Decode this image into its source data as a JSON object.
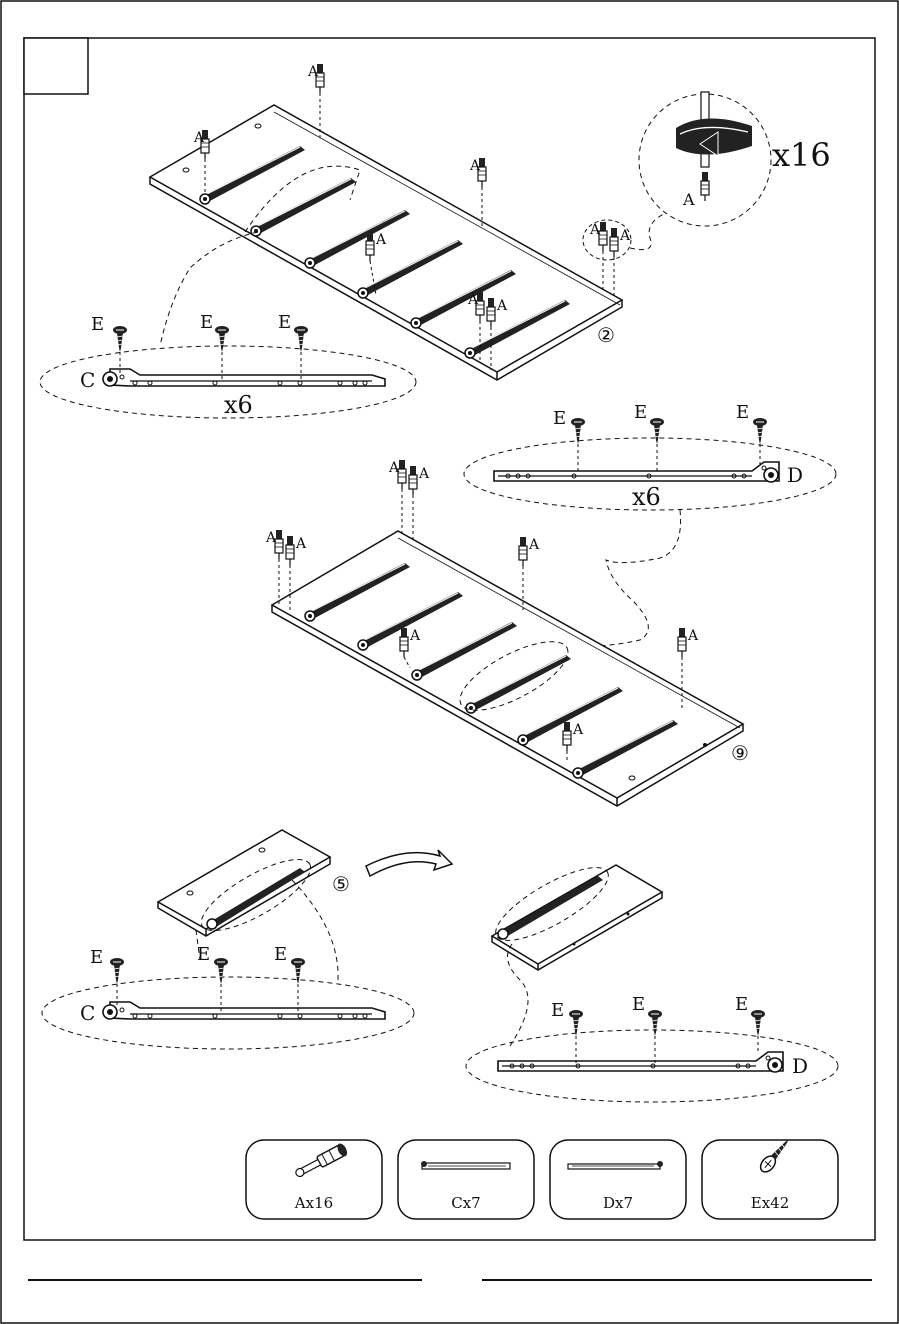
{
  "step_number": "",
  "callouts": {
    "turn_count": "x16",
    "panel_two": "②",
    "panel_nine": "⑨",
    "panel_five": "⑤",
    "rail_count_top": "x6",
    "rail_count_mid": "x6"
  },
  "letters": {
    "a": "A",
    "c": "C",
    "d": "D",
    "e": "E"
  },
  "parts": [
    {
      "id": "dowel",
      "label": "Ax16"
    },
    {
      "id": "rail_c",
      "label": "Cx7"
    },
    {
      "id": "rail_d",
      "label": "Dx7"
    },
    {
      "id": "screw",
      "label": "Ex42"
    }
  ]
}
